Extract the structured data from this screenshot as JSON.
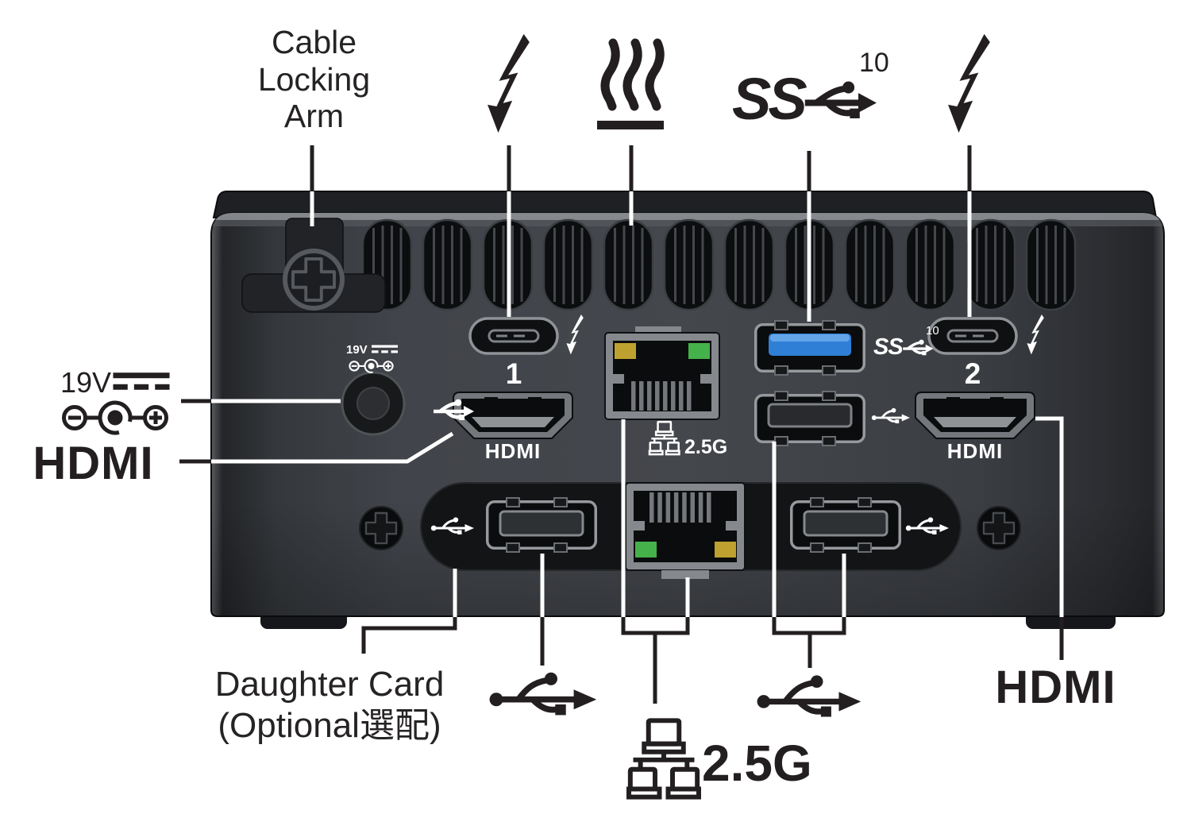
{
  "annotations": {
    "cable_locking_arm": "Cable\nLocking\nArm",
    "power_voltage": "19V",
    "hdmi_left": "HDMI",
    "hdmi_right": "HDMI",
    "daughter_card": "Daughter Card\n(Optional選配)",
    "ethernet_speed": "2.5G",
    "usb_speed_ss": "SS",
    "usb_speed_sup": "10"
  },
  "device_labels": {
    "power_voltage": "19V",
    "usbc_port1": "1",
    "usbc_port2": "2",
    "hdmi_port1": "HDMI",
    "hdmi_port2": "HDMI",
    "usb_speed_ss": "SS",
    "usb_speed_sup": "10",
    "ethernet_speed": "2.5G"
  },
  "icons": [
    "thunderbolt-icon",
    "heat-exhaust-icon",
    "usb-ss10-icon",
    "usb-icon",
    "ethernet-network-icon",
    "dc-polarity-icon",
    "dc-symbol-icon",
    "phillips-screw-icon"
  ],
  "colors": {
    "annotation_black": "#231f20",
    "device_body": "#43474c",
    "device_dark": "#1e2023",
    "usb3_blue": "#2f7fd6",
    "led_amber": "#bfa12f",
    "led_green": "#45b14b",
    "label_white": "#ffffff"
  }
}
